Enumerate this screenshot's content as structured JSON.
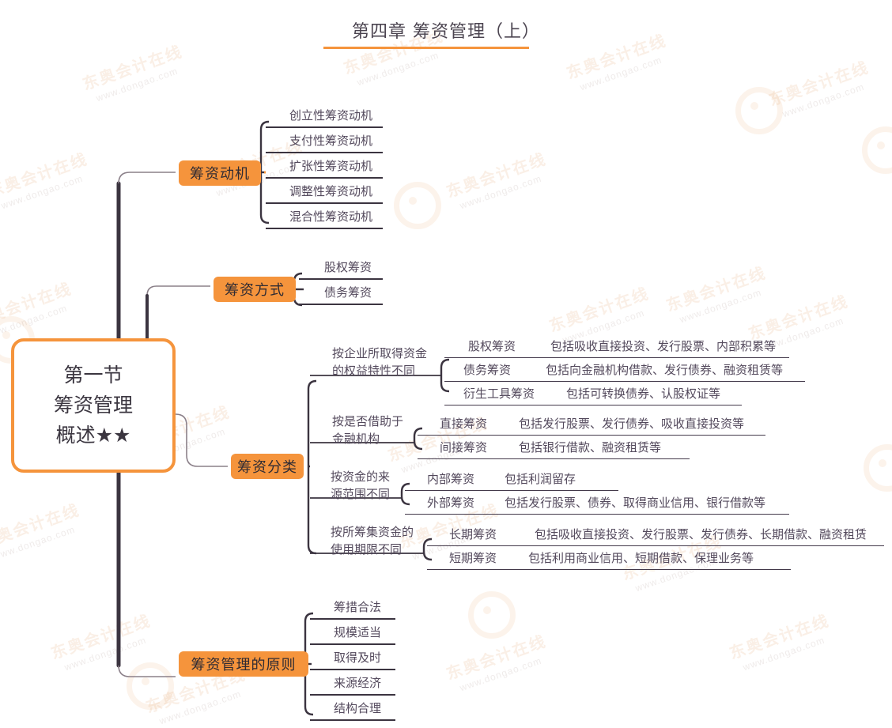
{
  "page": {
    "title": "第四章 筹资管理（上）",
    "accent_color": "#f5943c",
    "text_color": "#53495c",
    "line_color": "#3b3440",
    "watermark_cn": "东奥会计在线",
    "watermark_url": "www.dongao.com"
  },
  "root": {
    "label": "第一节\n筹资管理\n概述★★"
  },
  "branches": [
    {
      "label": "筹资动机",
      "children": [
        {
          "label": "创立性筹资动机"
        },
        {
          "label": "支付性筹资动机"
        },
        {
          "label": "扩张性筹资动机"
        },
        {
          "label": "调整性筹资动机"
        },
        {
          "label": "混合性筹资动机"
        }
      ]
    },
    {
      "label": "筹资方式",
      "children": [
        {
          "label": "股权筹资"
        },
        {
          "label": "债务筹资"
        }
      ]
    },
    {
      "label": "筹资分类",
      "categories": [
        {
          "label": "按企业所取得资金\n的权益特性不同",
          "items": [
            {
              "name": "股权筹资",
              "desc": "包括吸收直接投资、发行股票、内部积累等"
            },
            {
              "name": "债务筹资",
              "desc": "包括向金融机构借款、发行债券、融资租赁等"
            },
            {
              "name": "衍生工具筹资",
              "desc": "包括可转换债券、认股权证等"
            }
          ]
        },
        {
          "label": "按是否借助于\n金融机构",
          "items": [
            {
              "name": "直接筹资",
              "desc": "包括发行股票、发行债券、吸收直接投资等"
            },
            {
              "name": "间接筹资",
              "desc": "包括银行借款、融资租赁等"
            }
          ]
        },
        {
          "label": "按资金的来\n源范围不同",
          "items": [
            {
              "name": "内部筹资",
              "desc": "包括利润留存"
            },
            {
              "name": "外部筹资",
              "desc": "包括发行股票、债券、取得商业信用、银行借款等"
            }
          ]
        },
        {
          "label": "按所筹集资金的\n使用期限不同",
          "items": [
            {
              "name": "长期筹资",
              "desc": "包括吸收直接投资、发行股票、发行债券、长期借款、融资租赁"
            },
            {
              "name": "短期筹资",
              "desc": "包括利用商业信用、短期借款、保理业务等"
            }
          ]
        }
      ]
    },
    {
      "label": "筹资管理的原则",
      "children": [
        {
          "label": "筹措合法"
        },
        {
          "label": "规模适当"
        },
        {
          "label": "取得及时"
        },
        {
          "label": "来源经济"
        },
        {
          "label": "结构合理"
        }
      ]
    }
  ]
}
